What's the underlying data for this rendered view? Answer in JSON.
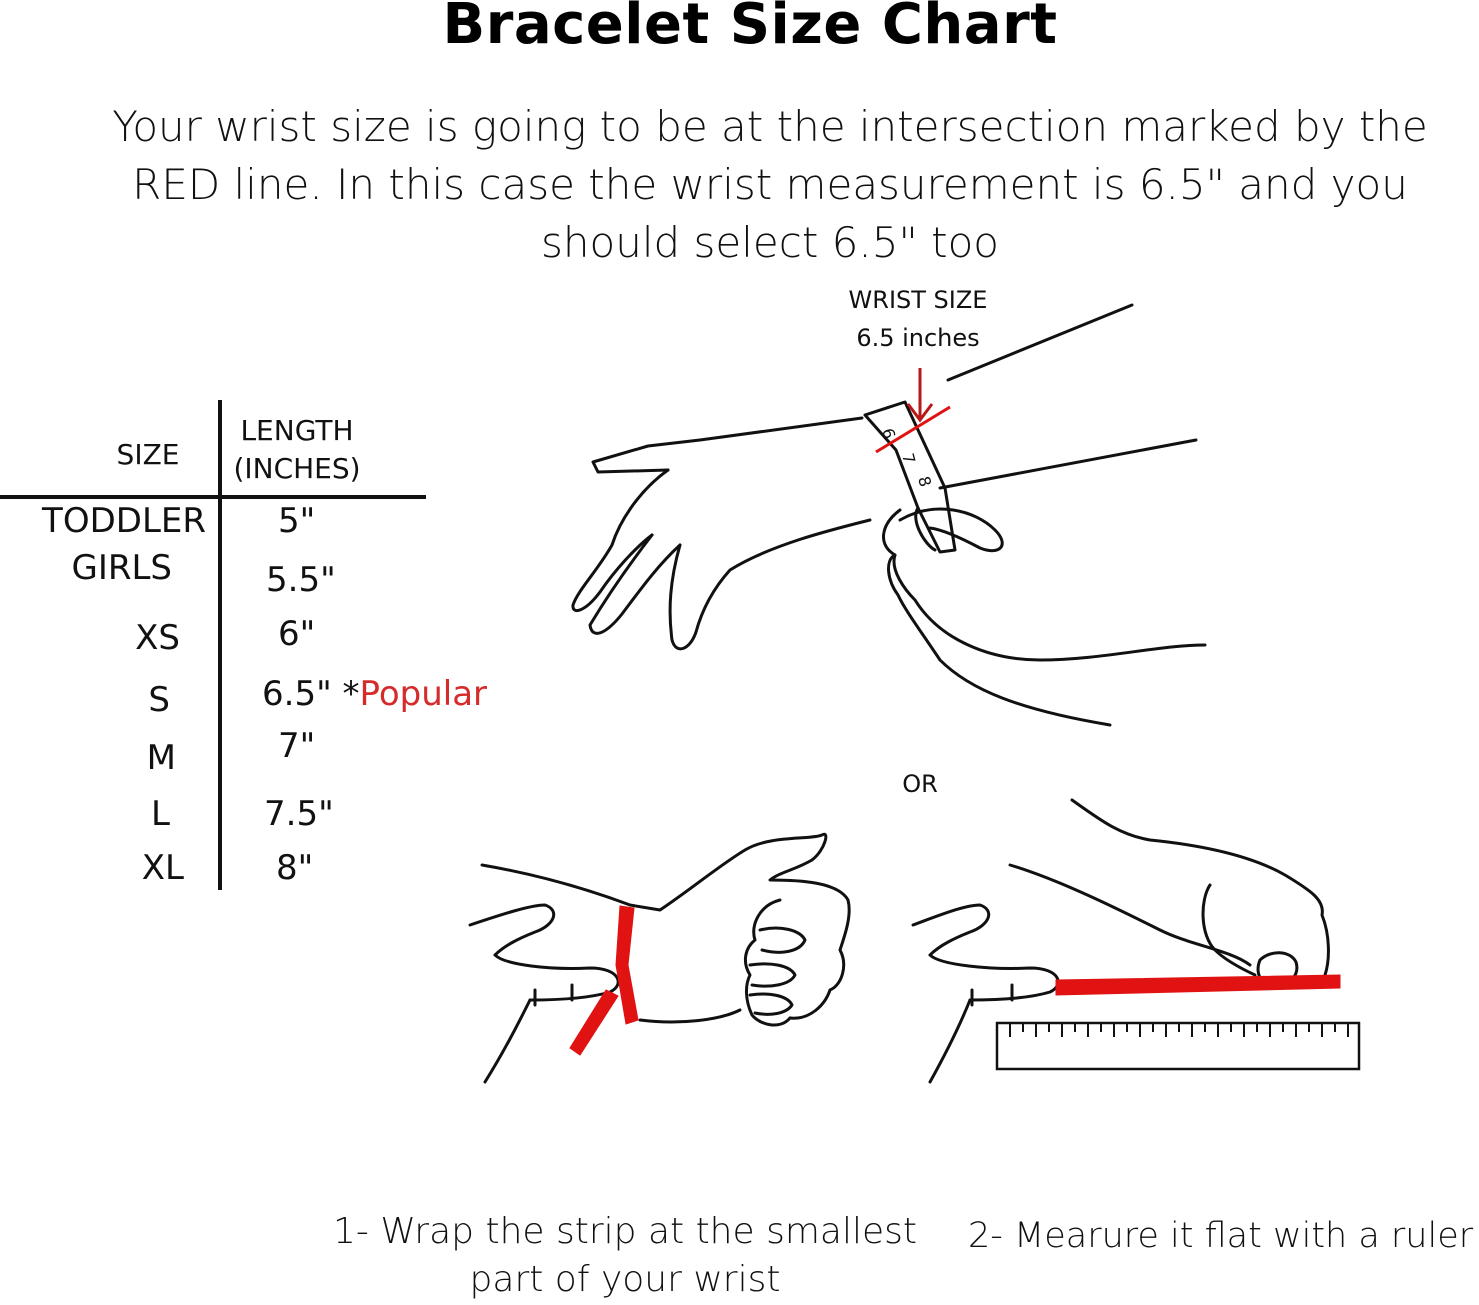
{
  "header": {
    "title": "Bracelet Size Chart",
    "intro": "Your wrist size is going to be at the intersection marked by the RED line. In this case the wrist measurement is 6.5\" and you should select 6.5\" too"
  },
  "size_table": {
    "col_size": "SIZE",
    "col_length_line1": "LENGTH",
    "col_length_line2": "(INCHES)",
    "rows": [
      {
        "size": "TODDLER",
        "length": "5\""
      },
      {
        "size": "GIRLS",
        "length": "5.5\""
      },
      {
        "size": "XS",
        "length": "6\""
      },
      {
        "size": "S",
        "length": "6.5\"",
        "note_prefix": " *",
        "note": "Popular"
      },
      {
        "size": "M",
        "length": "7\""
      },
      {
        "size": "L",
        "length": "7.5\""
      },
      {
        "size": "XL",
        "length": "8\""
      }
    ]
  },
  "illustration": {
    "wrist_label_line1": "WRIST SIZE",
    "wrist_label_line2": "6.5 inches",
    "tape_ticks": [
      "6",
      "7",
      "8"
    ],
    "or_label": "OR"
  },
  "steps": {
    "step1_line1": "1- Wrap the strip at the smallest",
    "step1_line2": "part of your wrist",
    "step2": "2- Mearure it flat with a ruler"
  },
  "colors": {
    "accent_red": "#e01212",
    "popular_red": "#d52b2b"
  }
}
